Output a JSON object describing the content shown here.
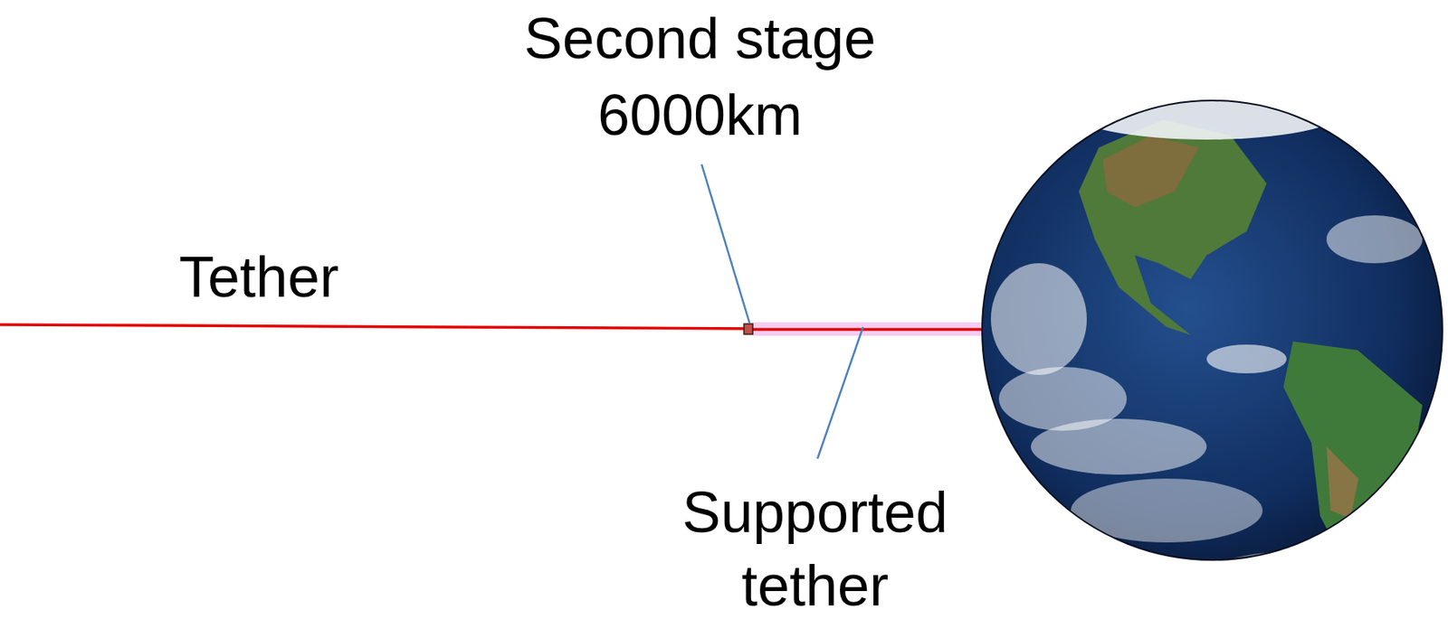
{
  "diagram": {
    "labels": [
      "Second stage 6000km",
      "Tether",
      "Supported tether"
    ]
  }
}
